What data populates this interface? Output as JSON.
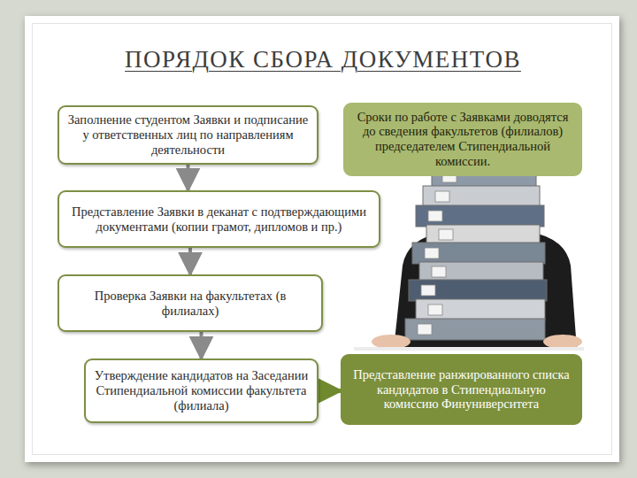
{
  "diagram": {
    "title": "ПОРЯДОК СБОРА ДОКУМЕНТОВ",
    "nodes": [
      {
        "text": [
          "Заполнение студентом Заявки и подписание у ответственных лиц по направлениям деятельности"
        ]
      },
      {
        "text": [
          "Сроки по работе с Заявками доводятся до сведения факультетов (филиалов) председателем Стипендиальной комиссии."
        ]
      },
      {
        "text": [
          "Представление Заявки в деканат с подтверждающими документами (копии грамот, дипломов и пр.)"
        ]
      },
      {
        "text": [
          "Проверка Заявки на факультетах (в филиалах)"
        ]
      },
      {
        "text": [
          "Утверждение кандидатов на Заседании Стипендиальной комиссии факультета (филиала)"
        ]
      },
      {
        "text": [
          "Представление ранжированного списка кандидатов в Стипендиальную комиссию Финуниверситета"
        ]
      }
    ],
    "edges": [
      {
        "from": 0,
        "to": 2,
        "arrow": "to"
      },
      {
        "from": 2,
        "to": 3,
        "arrow": "to"
      },
      {
        "from": 3,
        "to": 4,
        "arrow": "to"
      },
      {
        "from": 4,
        "to": 5,
        "arrow": "to"
      }
    ]
  }
}
